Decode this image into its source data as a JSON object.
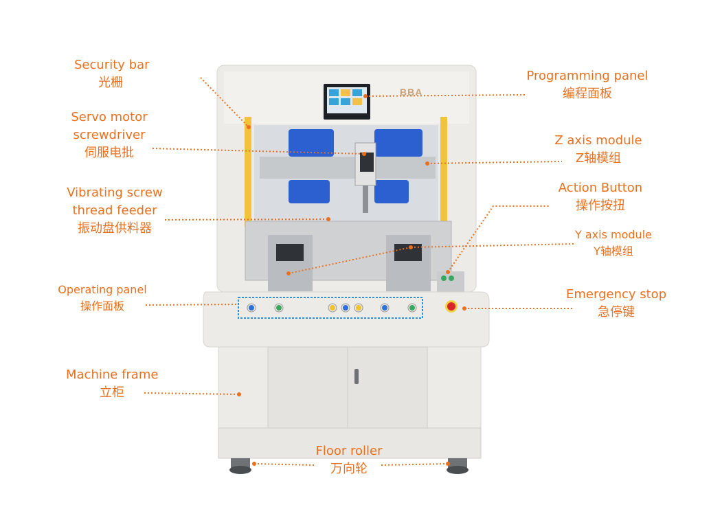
{
  "labels": {
    "security_bar": {
      "en": "Security bar",
      "zh": "光栅"
    },
    "servo": {
      "en1": "Servo motor",
      "en2": "screwdriver",
      "zh": "伺服电批"
    },
    "feeder": {
      "en1": "Vibrating screw",
      "en2": "thread feeder",
      "zh": "振动盘供料器"
    },
    "operating": {
      "en": "Operating panel",
      "zh": "操作面板"
    },
    "frame": {
      "en": "Machine frame",
      "zh": "立柜"
    },
    "programming": {
      "en": "Programming panel",
      "zh": "编程面板"
    },
    "z_axis": {
      "en": "Z axis module",
      "zh": "Z轴模组"
    },
    "action": {
      "en": "Action Button",
      "zh": "操作按扭"
    },
    "y_axis": {
      "en": "Y axis module",
      "zh": "Y轴模组"
    },
    "estop": {
      "en": "Emergency stop",
      "zh": "急停键"
    },
    "roller": {
      "en": "Floor roller",
      "zh": "万向轮"
    }
  },
  "machine": {
    "logo": "BBA"
  },
  "colors": {
    "accent": "#e8701e",
    "panel_outline": "#2a8fd8",
    "button_blue": "#2f6fd6",
    "button_yellow": "#f2c230",
    "button_green": "#39a860",
    "estop_red": "#d8242a"
  },
  "control_buttons": [
    "blue",
    "green",
    "yellow",
    "blue",
    "yellow",
    "blue",
    "green"
  ]
}
